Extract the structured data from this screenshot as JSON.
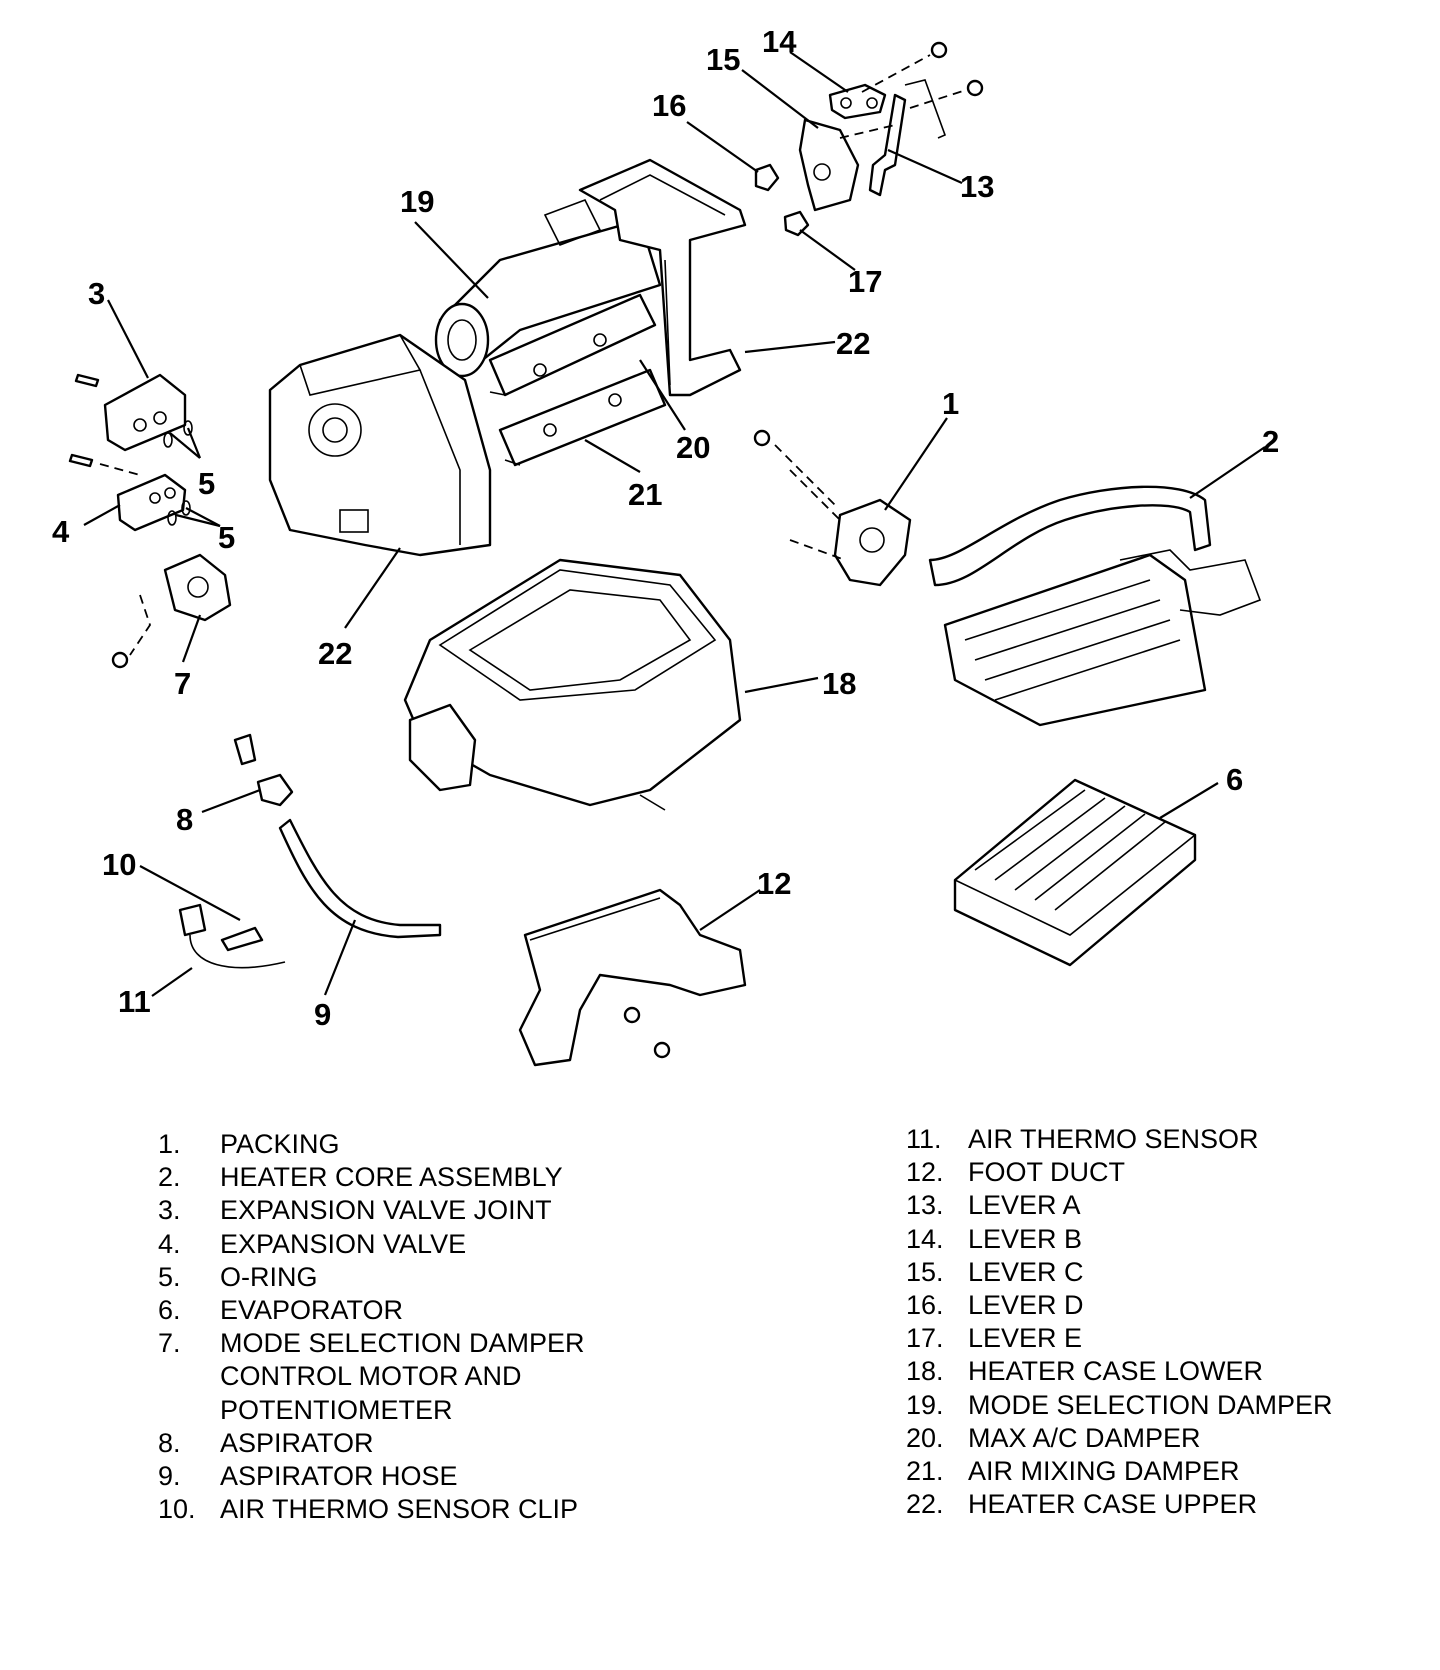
{
  "callouts": {
    "c1": "1",
    "c2": "2",
    "c3": "3",
    "c4": "4",
    "c5a": "5",
    "c5b": "5",
    "c6": "6",
    "c7": "7",
    "c8": "8",
    "c9": "9",
    "c10": "10",
    "c11": "11",
    "c12": "12",
    "c13": "13",
    "c14": "14",
    "c15": "15",
    "c16": "16",
    "c17": "17",
    "c18": "18",
    "c19": "19",
    "c20": "20",
    "c21": "21",
    "c22a": "22",
    "c22b": "22"
  },
  "legend_left": [
    {
      "num": "1.",
      "label": "PACKING"
    },
    {
      "num": "2.",
      "label": "HEATER CORE ASSEMBLY"
    },
    {
      "num": "3.",
      "label": "EXPANSION VALVE JOINT"
    },
    {
      "num": "4.",
      "label": "EXPANSION VALVE"
    },
    {
      "num": "5.",
      "label": "O-RING"
    },
    {
      "num": "6.",
      "label": "EVAPORATOR"
    },
    {
      "num": "7.",
      "label": "MODE SELECTION DAMPER\nCONTROL MOTOR AND\nPOTENTIOMETER"
    },
    {
      "num": "8.",
      "label": "ASPIRATOR"
    },
    {
      "num": "9.",
      "label": "ASPIRATOR HOSE"
    },
    {
      "num": "10.",
      "label": "AIR THERMO SENSOR CLIP"
    }
  ],
  "legend_right": [
    {
      "num": "11.",
      "label": "AIR THERMO SENSOR"
    },
    {
      "num": "12.",
      "label": "FOOT DUCT"
    },
    {
      "num": "13.",
      "label": "LEVER A"
    },
    {
      "num": "14.",
      "label": "LEVER B"
    },
    {
      "num": "15.",
      "label": "LEVER C"
    },
    {
      "num": "16.",
      "label": "LEVER D"
    },
    {
      "num": "17.",
      "label": "LEVER E"
    },
    {
      "num": "18.",
      "label": "HEATER CASE LOWER"
    },
    {
      "num": "19.",
      "label": "MODE SELECTION DAMPER"
    },
    {
      "num": "20.",
      "label": "MAX A/C DAMPER"
    },
    {
      "num": "21.",
      "label": "AIR MIXING DAMPER"
    },
    {
      "num": "22.",
      "label": "HEATER CASE UPPER"
    }
  ]
}
